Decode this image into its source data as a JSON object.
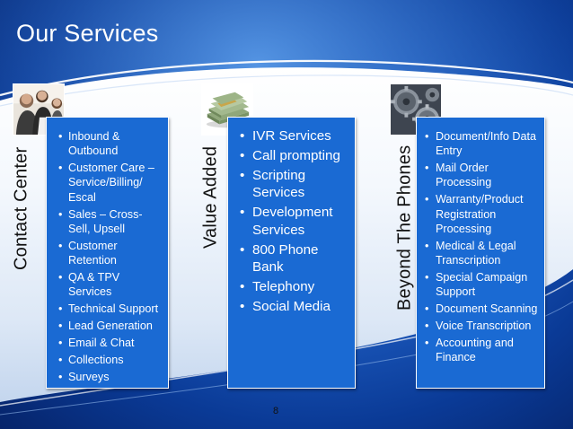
{
  "slide": {
    "title": "Our Services",
    "page_number": "8"
  },
  "columns": [
    {
      "label": "Contact Center",
      "photo": "people-at-work-photo",
      "items": [
        "Inbound & Outbound",
        "Customer Care – Service/Billing/ Escal",
        "Sales – Cross-Sell, Upsell",
        "Customer Retention",
        "QA & TPV Services",
        "Technical Support",
        "Lead Generation",
        "Email & Chat",
        "Collections",
        "Surveys"
      ]
    },
    {
      "label": "Value Added",
      "photo": "money-stack-photo",
      "items": [
        "IVR Services",
        "Call prompting",
        "Scripting Services",
        "Development Services",
        "800 Phone Bank",
        "Telephony",
        "Social Media"
      ]
    },
    {
      "label": "Beyond The Phones",
      "photo": "gears-photo",
      "items": [
        "Document/Info Data Entry",
        "Mail Order Processing",
        "Warranty/Product Registration Processing",
        "Medical & Legal Transcription",
        "Special Campaign Support",
        "Document Scanning",
        "Voice Transcription",
        "Accounting and Finance"
      ]
    }
  ],
  "colors": {
    "box_fill": "#1a6ad3",
    "background_blue": "#0a3a96",
    "swoosh": "#ffffff"
  }
}
